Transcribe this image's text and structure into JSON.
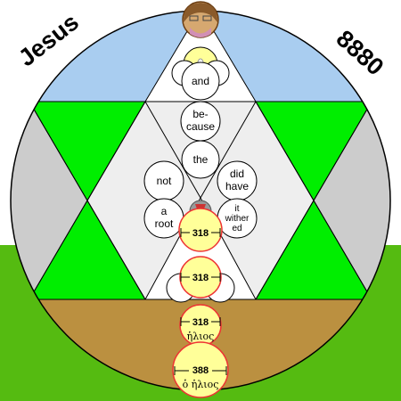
{
  "labels": {
    "left_title": "Jesus",
    "right_number": "8880",
    "word_and": "and",
    "word_because_1": "be-",
    "word_because_2": "cause",
    "word_the": "the",
    "word_not": "not",
    "word_did": "did",
    "word_have": "have",
    "word_a": "a",
    "word_root": "root",
    "word_it": "it",
    "word_wither": "wither",
    "word_ed": "ed"
  },
  "measures": {
    "m1": "318",
    "m2": "318",
    "m3": "318",
    "m4": "388"
  },
  "greek": {
    "helios": "ἡλιος",
    "ho_helios": "ὁ ἡλιος"
  },
  "colors": {
    "sky": "#a9cdf0",
    "grass": "#55bb11",
    "earth": "#bb9040",
    "green": "#00ee00",
    "silver": "#cccccc",
    "light": "#eeeeee",
    "sun": "#ffff99",
    "sun_border": "#ee3333"
  }
}
